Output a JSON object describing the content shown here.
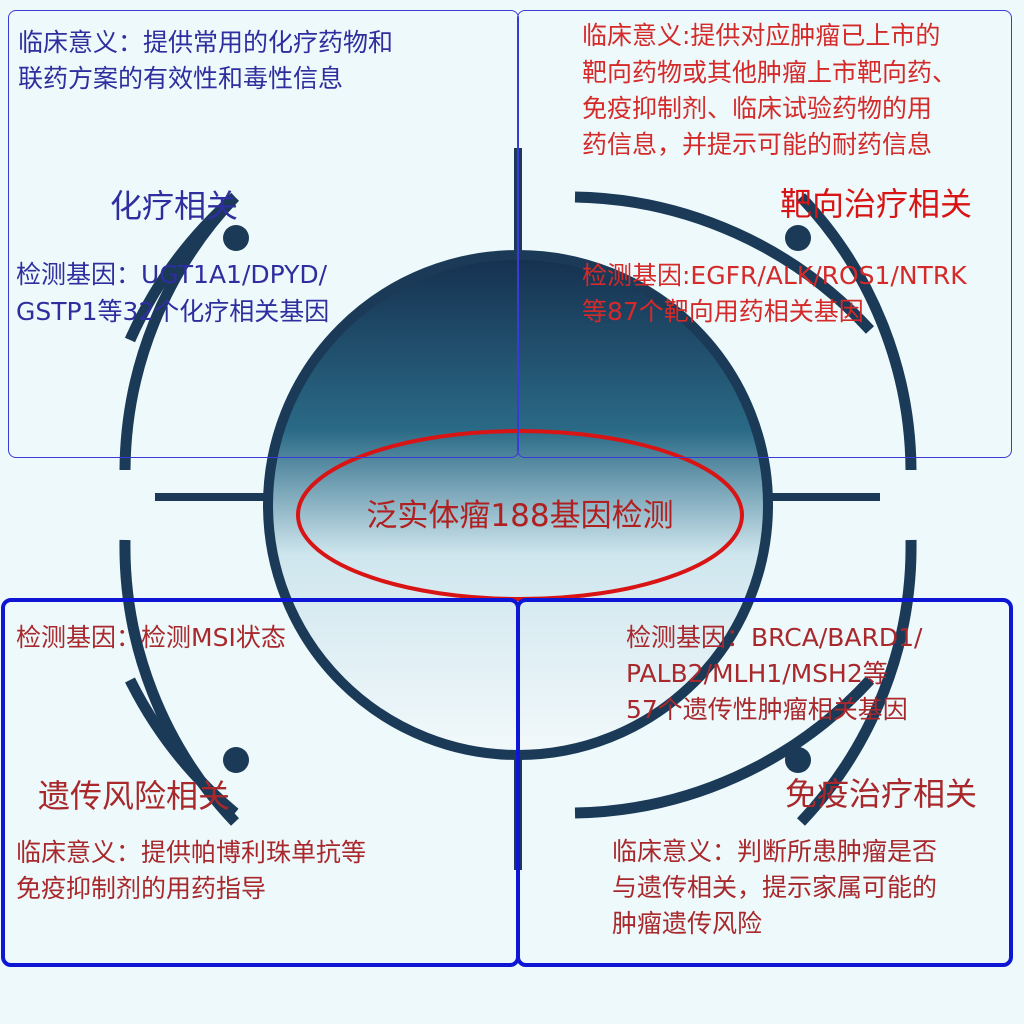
{
  "center_label": "泛实体瘤188基因检测",
  "quadrants": {
    "chemo": {
      "title": "化疗相关",
      "significance": [
        "临床意义：提供常用的化疗药物和",
        "联药方案的有效性和毒性信息"
      ],
      "genes": [
        "检测基因：UGT1A1/DPYD/",
        "GSTP1等32个化疗相关基因"
      ]
    },
    "targeted": {
      "title": "靶向治疗相关",
      "significance": [
        "临床意义:提供对应肿瘤已上市的",
        "靶向药物或其他肿瘤上市靶向药、",
        "免疫抑制剂、临床试验药物的用",
        "药信息，并提示可能的耐药信息"
      ],
      "genes": [
        "检测基因:EGFR/ALK/ROS1/NTRK",
        "等87个靶向用药相关基因"
      ]
    },
    "hereditary": {
      "title": "遗传风险相关",
      "genes": [
        "检测基因：检测MSI状态"
      ],
      "significance": [
        "临床意义：提供帕博利珠单抗等",
        "免疫抑制剂的用药指导"
      ]
    },
    "immuno": {
      "title": "免疫治疗相关",
      "genes": [
        "检测基因：BRCA/BARD1/",
        "PALB2/MLH1/MSH2等",
        "57个遗传性肿瘤相关基因"
      ],
      "significance": [
        "临床意义：判断所患肿瘤是否",
        "与遗传相关，提示家属可能的",
        "肿瘤遗传风险"
      ]
    }
  },
  "colors": {
    "navy": "#1b3a57",
    "red_ellipse": "#d81414",
    "box_blue": "#0c16d4"
  }
}
